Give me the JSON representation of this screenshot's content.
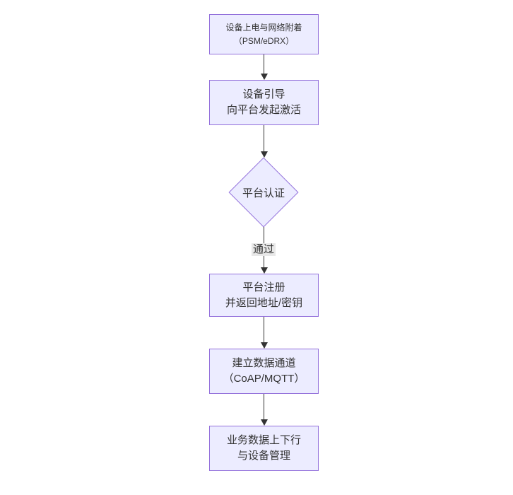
{
  "diagram": {
    "type": "flowchart-top-down",
    "nodes": [
      {
        "shape": "rect",
        "lines": [
          "设备上电与网络附着",
          "（PSM/eDRX）"
        ]
      },
      {
        "shape": "rect",
        "lines": [
          "设备引导",
          "向平台发起激活"
        ]
      },
      {
        "shape": "diamond",
        "lines": [
          "平台认证"
        ]
      },
      {
        "shape": "rect",
        "lines": [
          "平台注册",
          "并返回地址/密钥"
        ]
      },
      {
        "shape": "rect",
        "lines": [
          "建立数据通道",
          "（CoAP/MQTT）"
        ]
      },
      {
        "shape": "rect",
        "lines": [
          "业务数据上下行",
          "与设备管理"
        ]
      }
    ],
    "edge_labels": [
      {
        "text": "通过"
      }
    ],
    "colors": {
      "node_fill": "#ECECFF",
      "node_border": "#9370DB",
      "arrow": "#333333",
      "text": "#333333",
      "edge_label_bg": "#e8e8e8",
      "background": "#ffffff"
    }
  }
}
